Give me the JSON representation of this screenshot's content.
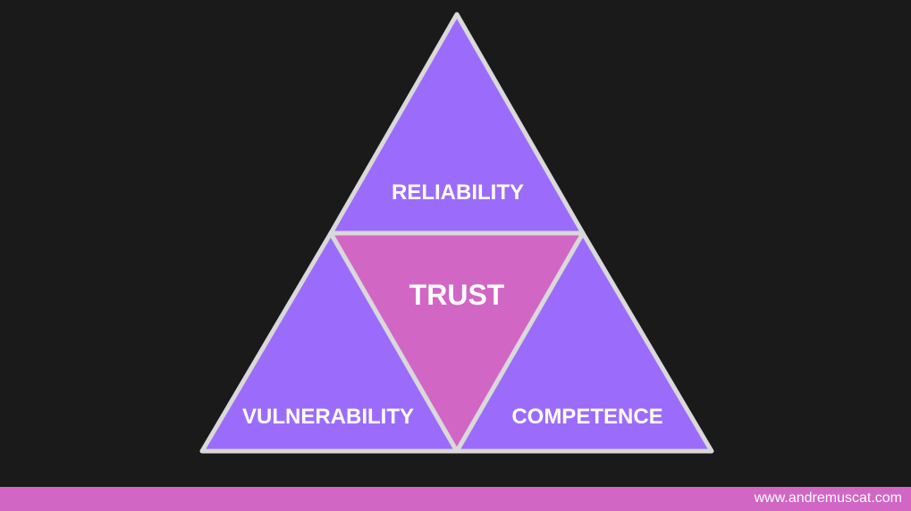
{
  "diagram": {
    "labels": {
      "top": "RELIABILITY",
      "center": "TRUST",
      "bottom_left": "VULNERABILITY",
      "bottom_right": "COMPETENCE"
    },
    "colors": {
      "background": "#1a1a1a",
      "outer_triangles": "#9b6cfb",
      "center_triangle": "#d166c5",
      "outline": "#d9d9d9",
      "text": "#ffffff",
      "footer": "#d166c5"
    }
  },
  "footer": {
    "url": "www.andremuscat.com"
  }
}
